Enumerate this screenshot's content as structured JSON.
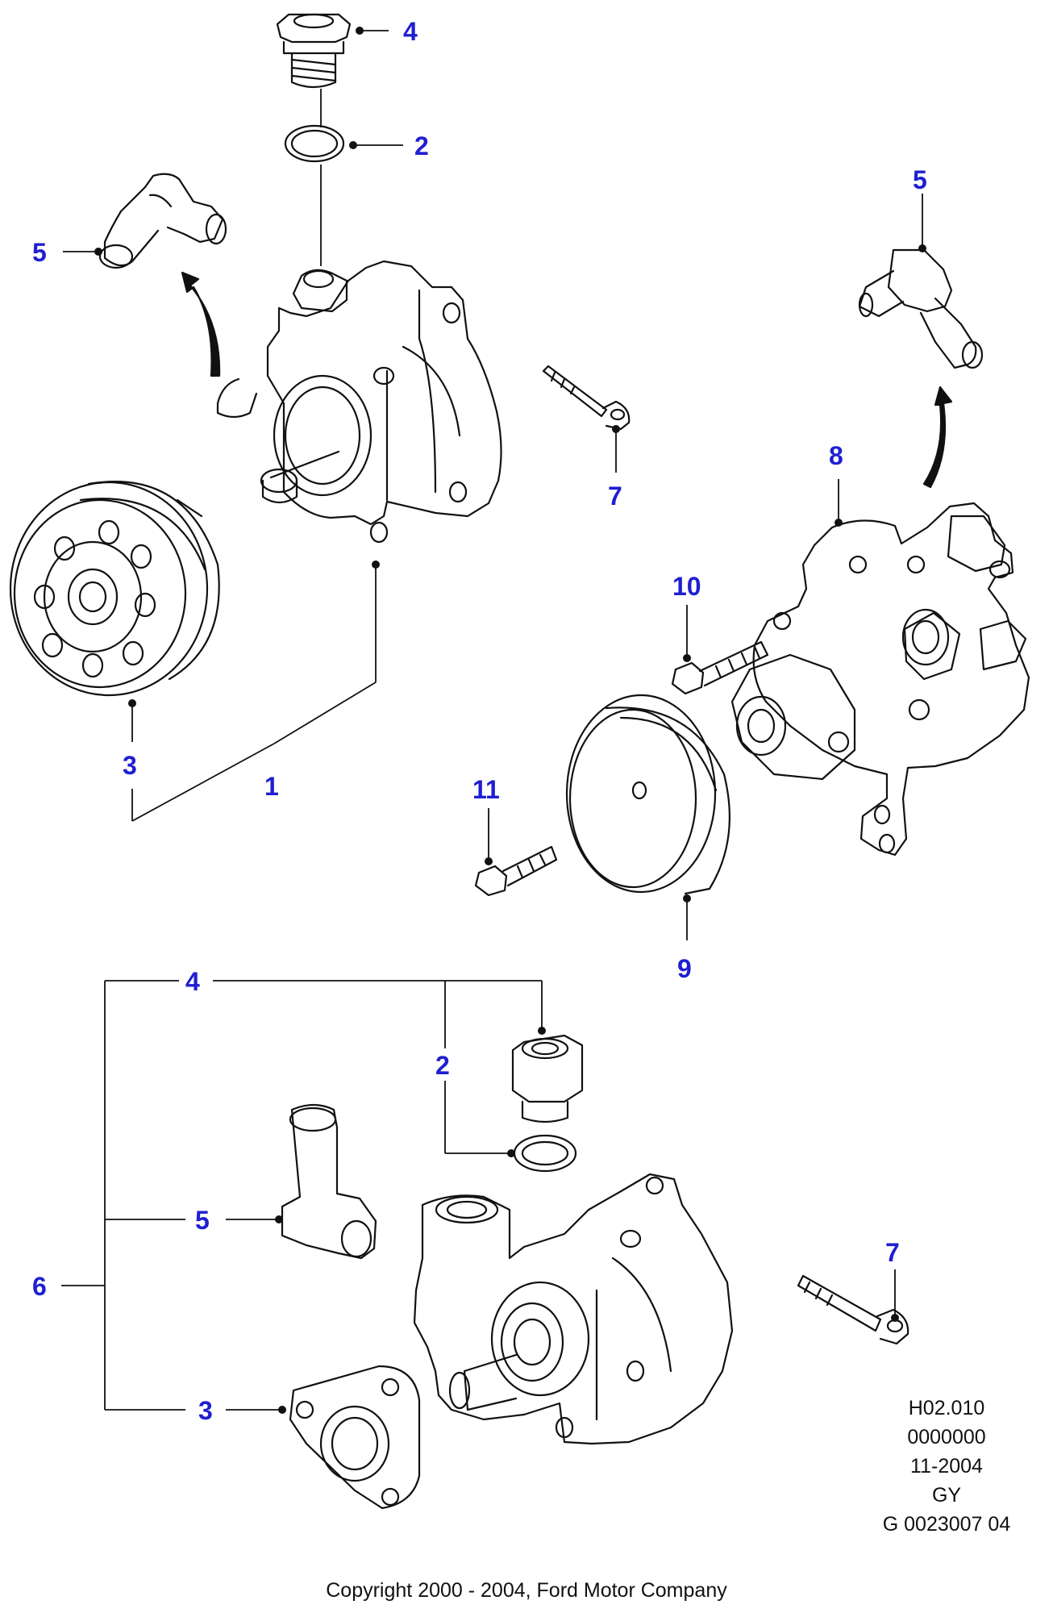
{
  "diagram": {
    "callouts": [
      {
        "id": "c4a",
        "label": "4"
      },
      {
        "id": "c2a",
        "label": "2"
      },
      {
        "id": "c5a",
        "label": "5"
      },
      {
        "id": "c5b",
        "label": "5"
      },
      {
        "id": "c7a",
        "label": "7"
      },
      {
        "id": "c8",
        "label": "8"
      },
      {
        "id": "c10",
        "label": "10"
      },
      {
        "id": "c3a",
        "label": "3"
      },
      {
        "id": "c1",
        "label": "1"
      },
      {
        "id": "c11",
        "label": "11"
      },
      {
        "id": "c9",
        "label": "9"
      },
      {
        "id": "c4b",
        "label": "4"
      },
      {
        "id": "c2b",
        "label": "2"
      },
      {
        "id": "c5c",
        "label": "5"
      },
      {
        "id": "c6",
        "label": "6"
      },
      {
        "id": "c3b",
        "label": "3"
      },
      {
        "id": "c7b",
        "label": "7"
      }
    ],
    "parts": [
      {
        "id": "union-fitting-top",
        "icon": "union-fitting-icon"
      },
      {
        "id": "o-ring-top",
        "icon": "o-ring-icon"
      },
      {
        "id": "elbow-connector-left",
        "icon": "elbow-connector-icon"
      },
      {
        "id": "elbow-connector-right",
        "icon": "elbow-connector-icon"
      },
      {
        "id": "power-steering-pump-upper",
        "icon": "pump-icon"
      },
      {
        "id": "pulley-upper",
        "icon": "pulley-icon"
      },
      {
        "id": "bolt-upper",
        "icon": "bolt-icon"
      },
      {
        "id": "power-steering-pump-right",
        "icon": "pump-icon"
      },
      {
        "id": "bolt-10",
        "icon": "bolt-icon"
      },
      {
        "id": "pulley-9",
        "icon": "pulley-icon"
      },
      {
        "id": "bolt-11",
        "icon": "bolt-icon"
      },
      {
        "id": "union-fitting-lower",
        "icon": "union-fitting-icon"
      },
      {
        "id": "o-ring-lower",
        "icon": "o-ring-icon"
      },
      {
        "id": "elbow-connector-lower",
        "icon": "elbow-connector-icon"
      },
      {
        "id": "pump-body-lower",
        "icon": "pump-icon"
      },
      {
        "id": "flange-plate-lower",
        "icon": "flange-plate-icon"
      },
      {
        "id": "bolt-lower",
        "icon": "bolt-icon"
      }
    ],
    "arrows": [
      {
        "id": "arrow-left",
        "icon": "curved-arrow-icon"
      },
      {
        "id": "arrow-right",
        "icon": "curved-arrow-icon"
      }
    ]
  },
  "meta": {
    "code": "H02.010",
    "number": "0000000",
    "date": "11-2004",
    "region": "GY",
    "ref": "G 0023007 04"
  },
  "copyright": "Copyright 2000 - 2004, Ford Motor Company",
  "colors": {
    "callout": "#1f1fd0",
    "line": "#111111",
    "background": "#ffffff"
  }
}
